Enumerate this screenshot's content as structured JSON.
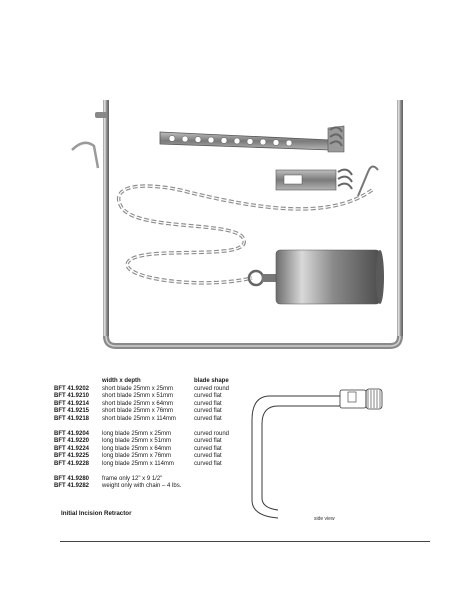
{
  "headers": {
    "code": "",
    "size": "width x depth",
    "shape": "blade shape"
  },
  "groups": [
    {
      "rows": [
        {
          "code": "BFT 41.9202",
          "desc": "short blade 25mm x 25mm",
          "shape": "curved round"
        },
        {
          "code": "BFT 41.9210",
          "desc": "short blade 25mm x 51mm",
          "shape": "curved flat"
        },
        {
          "code": "BFT 41.9214",
          "desc": "short blade 25mm x 64mm",
          "shape": "curved flat"
        },
        {
          "code": "BFT 41.9215",
          "desc": "short blade 25mm x 76mm",
          "shape": "curved flat"
        },
        {
          "code": "BFT 41.9218",
          "desc": "short blade 25mm x 114mm",
          "shape": "curved flat"
        }
      ]
    },
    {
      "rows": [
        {
          "code": "BFT 41.9204",
          "desc": "long blade 25mm x 25mm",
          "shape": "curved round"
        },
        {
          "code": "BFT 41.9220",
          "desc": "long blade 25mm x 51mm",
          "shape": "curved flat"
        },
        {
          "code": "BFT 41.9224",
          "desc": "long blade 25mm x 64mm",
          "shape": "curved flat"
        },
        {
          "code": "BFT 41.9225",
          "desc": "long blade 25mm x 76mm",
          "shape": "curved flat"
        },
        {
          "code": "BFT 41.9228",
          "desc": "long blade 25mm x 114mm",
          "shape": "curved flat"
        }
      ]
    },
    {
      "rows": [
        {
          "code": "BFT 41.9280",
          "desc": "frame only 12\" x 9 1/2\"",
          "shape": ""
        },
        {
          "code": "BFT 41.9282",
          "desc": "weight only with chain – 4 lbs.",
          "shape": ""
        }
      ]
    }
  ],
  "product_title": "Initial Incision Retractor",
  "side_view_caption": "side view"
}
